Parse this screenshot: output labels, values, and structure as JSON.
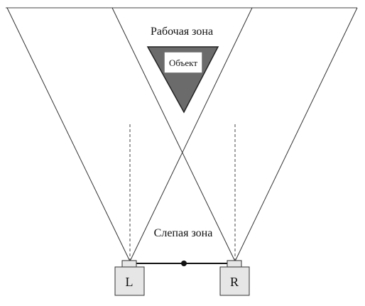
{
  "labels": {
    "working_zone": "Рабочая зона",
    "object": "Объект",
    "blind_zone": "Слепая зона",
    "camera_left": "L",
    "camera_right": "R"
  },
  "colors": {
    "line": "#333333",
    "object_fill": "#6b6b6b",
    "object_label_bg": "#ffffff",
    "camera_fill": "#e6e6e6",
    "baseline": "#111111"
  }
}
